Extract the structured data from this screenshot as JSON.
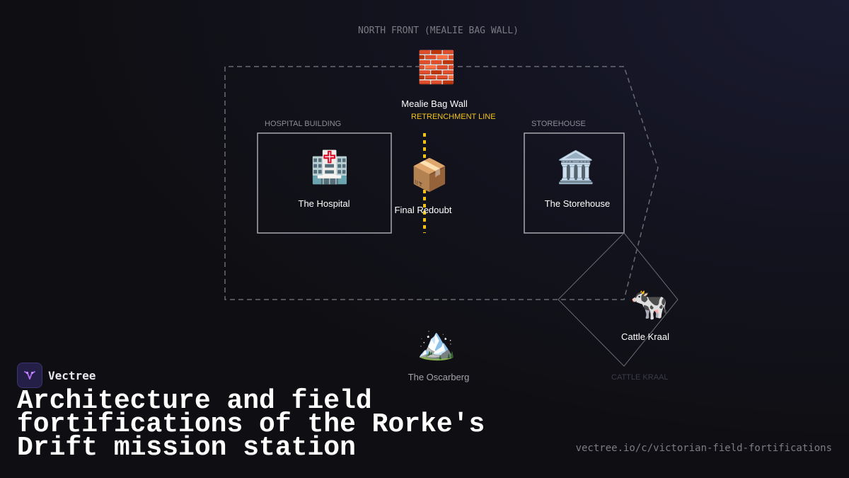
{
  "diagram": {
    "north_label": "NORTH FRONT (MEALIE BAG WALL)",
    "regions": {
      "hospital": "HOSPITAL BUILDING",
      "storehouse": "STOREHOUSE",
      "retrenchment": "RETRENCHMENT LINE",
      "cattle_kraal": "CATTLE KRAAL"
    },
    "nodes": {
      "wall": {
        "icon": "🧱",
        "icon_name": "brick-wall-icon",
        "label": "Mealie Bag Wall"
      },
      "hospital": {
        "icon": "🏥",
        "icon_name": "hospital-icon",
        "label": "The Hospital"
      },
      "redoubt": {
        "icon": "📦",
        "icon_name": "package-icon",
        "label": "Final Redoubt"
      },
      "storehouse": {
        "icon": "🏛️",
        "icon_name": "classical-building-icon",
        "label": "The Storehouse"
      },
      "kraal": {
        "icon": "🐄",
        "icon_name": "cow-icon",
        "label": "Cattle Kraal"
      },
      "oscarberg": {
        "icon": "🏔️",
        "icon_name": "snow-mountain-icon",
        "label": "The Oscarberg"
      }
    },
    "colors": {
      "retrenchment": "#f2c21b",
      "perimeter": "#6a6a72",
      "building_border": "#a8a8b0"
    }
  },
  "brand": {
    "name": "Vectree"
  },
  "title": "Architecture and field fortifications of the Rorke's Drift mission station",
  "url": "vectree.io/c/victorian-field-fortifications"
}
